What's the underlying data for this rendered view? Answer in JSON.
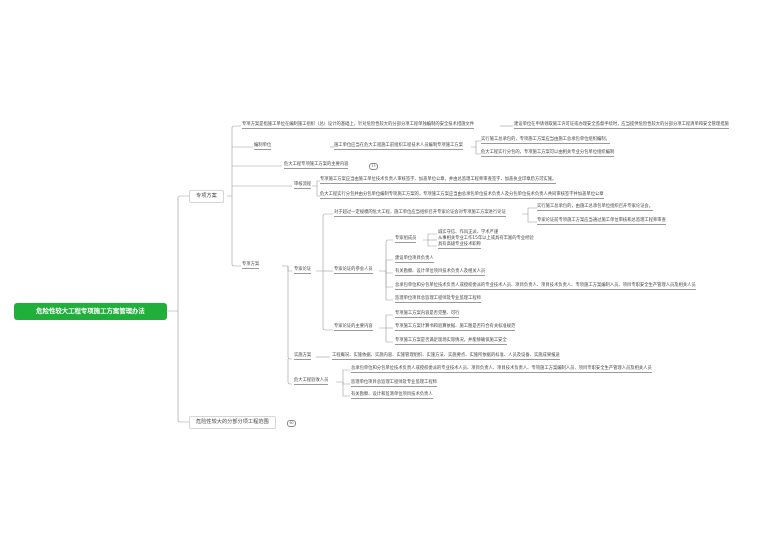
{
  "root": {
    "label": "危险性较大工程专项施工方案管理办法"
  },
  "branch_a": {
    "label": "专项方案",
    "children": {
      "c1": {
        "label": "专项方案是指施工单位在编制施工组织（总）设计的基础上，针对危险性较大的分部分项工程单独编制的安全技术措施文件",
        "detail": "建设单位在申请领取施工许可证或办理安全监督手续时，应当提供危险性较大的分部分项工程清单和安全管理措施"
      },
      "c2": {
        "label": "编制单位",
        "text": "施工单位应当在危大工程施工前组织工程技术人员编制专项施工方案",
        "items": [
          "实行施工总承包的，专项施工方案应当由施工总承包单位组织编制。",
          "危大工程实行分包的，专项施工方案可以由相关专业分包单位组织编制"
        ]
      },
      "c3": {
        "label": "危大工程专项施工方案的主要内容",
        "badge": "13"
      },
      "c4": {
        "label": "审核流程",
        "items": [
          "专项施工方案应当由施工单位技术负责人审核签字、加盖单位公章，并由总监理工程师审查签字、加盖执业印章后方可实施。",
          "危大工程实行分包并由分包单位编制专项施工方案的，专项施工方案应当由总承包单位技术负责人及分包单位技术负责人共同审核签字并加盖单位公章"
        ]
      },
      "c5": {
        "label": "专家论证",
        "intro": {
          "label": "对于超过一定规模的危大工程，施工单位应当组织召开专家论证会对专项施工方案进行论证",
          "items": [
            "实行施工总承包的，由施工总承包单位组织召开专家论证会。",
            "专家论证前专项施工方案应当通过施工单位审核和总监理工程师审查"
          ]
        },
        "participants": {
          "label": "专家论证的参会人员",
          "expert": {
            "label": "专家组成员",
            "req": [
              "诚实守信、作风正派、学术严谨",
              "从事相关专业工作15年以上或具有丰富的专业经验",
              "具有高级专业技术职称"
            ]
          },
          "items": [
            "建设单位项目负责人",
            "有关勘察、设计单位项目技术负责人及相关人员",
            "总承包单位和分包单位技术负责人或授权委派的专业技术人员、项目负责人、项目技术负责人、专项施工方案编制人员、项目专职安全生产管理人员及相关人员",
            "监理单位项目总监理工程师及专业监理工程师"
          ]
        },
        "content": {
          "label": "专家论证的主要内容",
          "items": [
            "专项施工方案内容是否完整、可行",
            "专项施工方案计算书和验算依据、施工图是否符合有关标准规范",
            "专项施工方案是否满足现场实际情况，并能够确保施工安全"
          ]
        }
      },
      "c6": {
        "label": "实施方案",
        "text": "工程概况、实施依据、实施内容、实施管理组织、实施方法、实施要点、实施所依据的标准、人员及设备、实施成果报送"
      },
      "c7": {
        "label": "危大工程验收人员",
        "items": [
          "总承包单位和分包单位技术负责人或授权委派的专业技术人员、项目负责人、项目技术负责人、专项施工方案编制人员、项目专职安全生产管理人员及相关人员",
          "监理单位项目总监理工程师及专业监理工程师",
          "有关勘察、设计和监测单位项目技术负责人"
        ]
      }
    }
  },
  "branch_b": {
    "label": "危险性较大的分部分项工程范围",
    "badge": "60"
  }
}
